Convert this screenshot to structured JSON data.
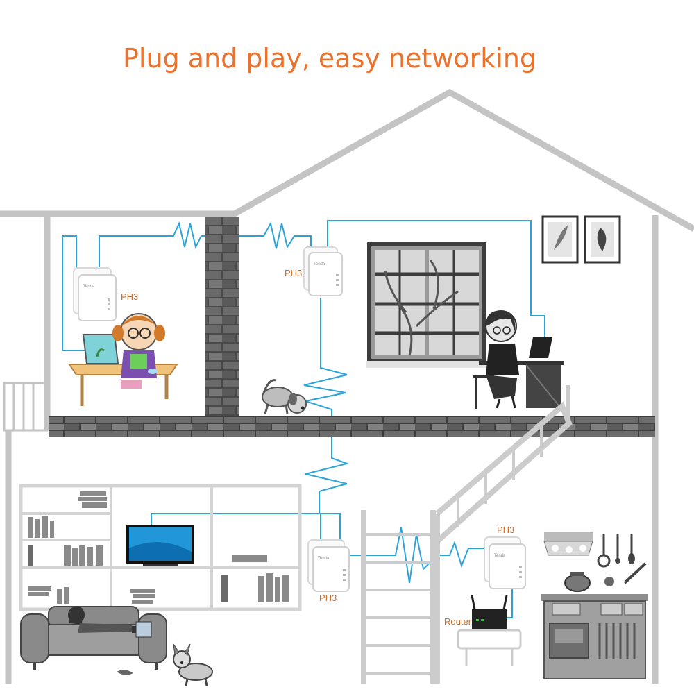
{
  "title": "Plug and play, easy networking",
  "device_labels": {
    "upper_left": "PH3",
    "upper_middle": "PH3",
    "lower_middle": "PH3",
    "lower_right": "PH3"
  },
  "brand_text": "Tenda",
  "router_label": "Router",
  "colors": {
    "title": "#e8722e",
    "label": "#d2691e",
    "network_line": "#2aa3d9",
    "house_outline": "#c4c4c4",
    "brick": "#555555"
  }
}
